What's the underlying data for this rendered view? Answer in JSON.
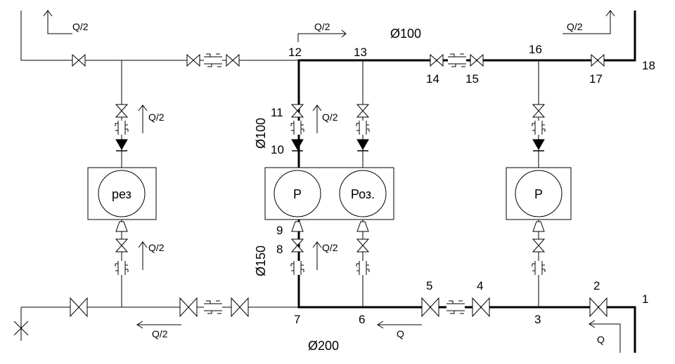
{
  "diagram": {
    "nodes": {
      "n1": "1",
      "n2": "2",
      "n3": "3",
      "n4": "4",
      "n5": "5",
      "n6": "6",
      "n7": "7",
      "n8": "8",
      "n9": "9",
      "n10": "10",
      "n11": "11",
      "n12": "12",
      "n13": "13",
      "n14": "14",
      "n15": "15",
      "n16": "16",
      "n17": "17",
      "n18": "18"
    },
    "flows": {
      "q_half": "Q/2",
      "q_full": "Q"
    },
    "diameters": {
      "d100_top": "Ø100",
      "d100_riser": "Ø100",
      "d150": "Ø150",
      "d200": "Ø200"
    },
    "pumps": {
      "reserve": "рез",
      "main_left": "Р",
      "rotation": "Роз.",
      "main_right": "Р"
    }
  }
}
